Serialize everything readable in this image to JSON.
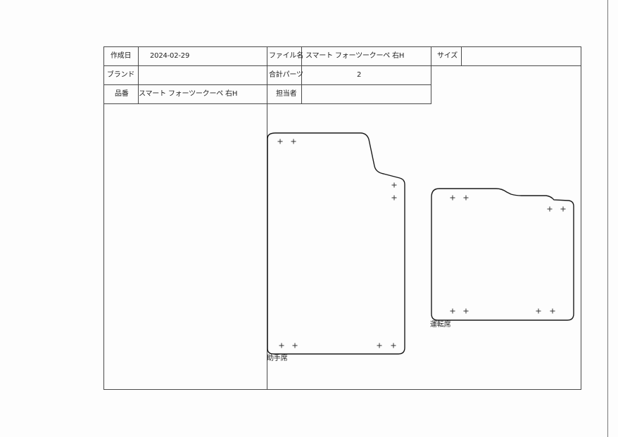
{
  "header": {
    "created_label": "作成日",
    "created_value": "2024-02-29",
    "filename_label": "ファイル名",
    "filename_value": "スマート フォーツークーペ 右H",
    "size_label": "サイズ",
    "size_value": "",
    "brand_label": "ブランド",
    "brand_value": "",
    "parts_label": "合計パーツ",
    "parts_value": "2",
    "part_number_label": "品番",
    "part_number_value": "スマート フォーツークーペ 右H",
    "person_label": "担当者",
    "person_value": ""
  },
  "mats": {
    "passenger_label": "助手席",
    "driver_label": "運転席"
  },
  "colors": {
    "ink": "#1a1a1a",
    "border": "#4a4a4a",
    "paper": "#fdfdfd"
  }
}
